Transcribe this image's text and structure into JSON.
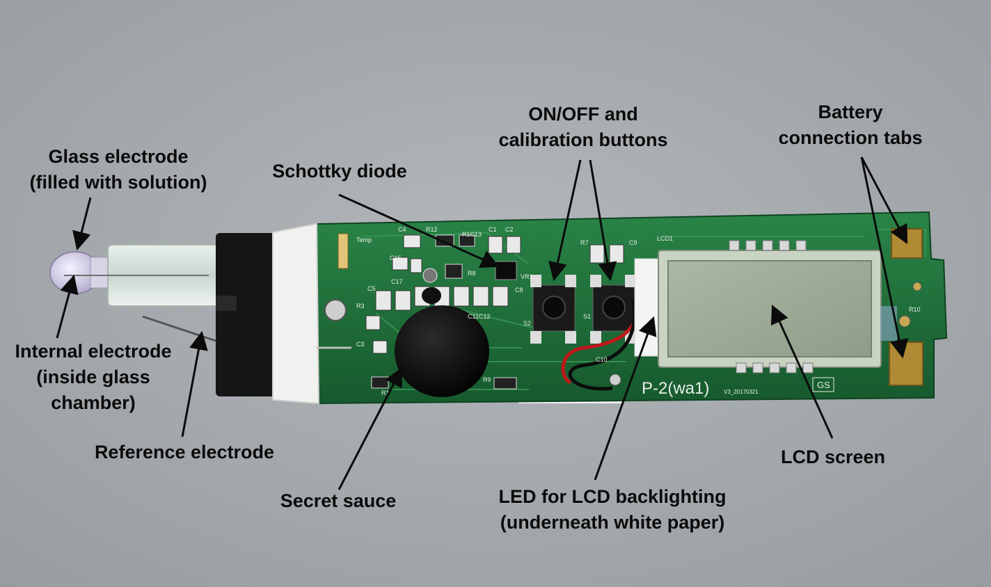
{
  "labels": {
    "glass_electrode": [
      "Glass electrode",
      "(filled with solution)"
    ],
    "internal_electrode": [
      "Internal electrode",
      "(inside glass",
      "chamber)"
    ],
    "reference_electrode": [
      "Reference electrode"
    ],
    "schottky_diode": [
      "Schottky diode"
    ],
    "secret_sauce": [
      "Secret sauce"
    ],
    "buttons": [
      "ON/OFF and",
      "calibration buttons"
    ],
    "led_backlight": [
      "LED for LCD backlighting",
      "(underneath white paper)"
    ],
    "lcd_screen": [
      "LCD screen"
    ],
    "battery_tabs": [
      "Battery",
      "connection tabs"
    ]
  },
  "board": {
    "component_labels": [
      "Temp",
      "C4",
      "R12",
      "R1C13",
      "C1",
      "C2",
      "C15",
      "R8",
      "C17",
      "C5",
      "C8",
      "R3",
      "C11C12",
      "C3",
      "R9",
      "R1",
      "VR1",
      "R7",
      "C9",
      "S2",
      "S1",
      "LCD1",
      "R10",
      "C10"
    ],
    "model_text": "P-2(wa1)",
    "version_text": "V3_20170321",
    "gs_mark": "GS"
  },
  "colors": {
    "background": "#a4a9ac",
    "pcb": "#1f6f3a",
    "lcd": "#9fae98",
    "gold_pad": "#b08a35",
    "label_text": "#0b0b0b"
  }
}
